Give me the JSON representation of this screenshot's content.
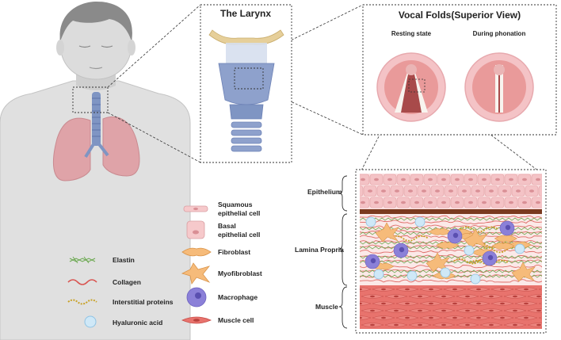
{
  "larynx": {
    "title": "The Larynx"
  },
  "vocal_folds": {
    "title": "Vocal Folds(Superior View)",
    "resting_label": "Resting state",
    "phonation_label": "During phonation"
  },
  "layers": {
    "epithelium": "Epithelium",
    "lamina_propria": "Lamina Propria",
    "muscle": "Muscle"
  },
  "legend_left": {
    "elastin": "Elastin",
    "collagen": "Collagen",
    "interstitial_proteins": "Interstitial proteins",
    "hyaluronic_acid": "Hyaluronic acid"
  },
  "legend_right": {
    "squamous_line1": "Squamous",
    "squamous_line2": "epithelial cell",
    "basal_line1": "Basal",
    "basal_line2": "epithelial cell",
    "fibroblast": "Fibroblast",
    "myofibroblast": "Myofibroblast",
    "macrophage": "Macrophage",
    "muscle_cell": "Muscle cell"
  },
  "colors": {
    "skin": "#d9d9d9",
    "lung": "#dfa3a8",
    "trachea": "#7f95c3",
    "cartilage": "#e6cf9a",
    "tissue_pink": "#f4c3c6",
    "muscle_red": "#e8736d",
    "basement": "#7a3a1f",
    "elastin": "#6aa84f",
    "collagen": "#d9534f",
    "protein": "#c9a227",
    "hyaluronic": "#b7dcf2",
    "fibroblast": "#f6bb7a",
    "macrophage": "#8b80d8"
  }
}
